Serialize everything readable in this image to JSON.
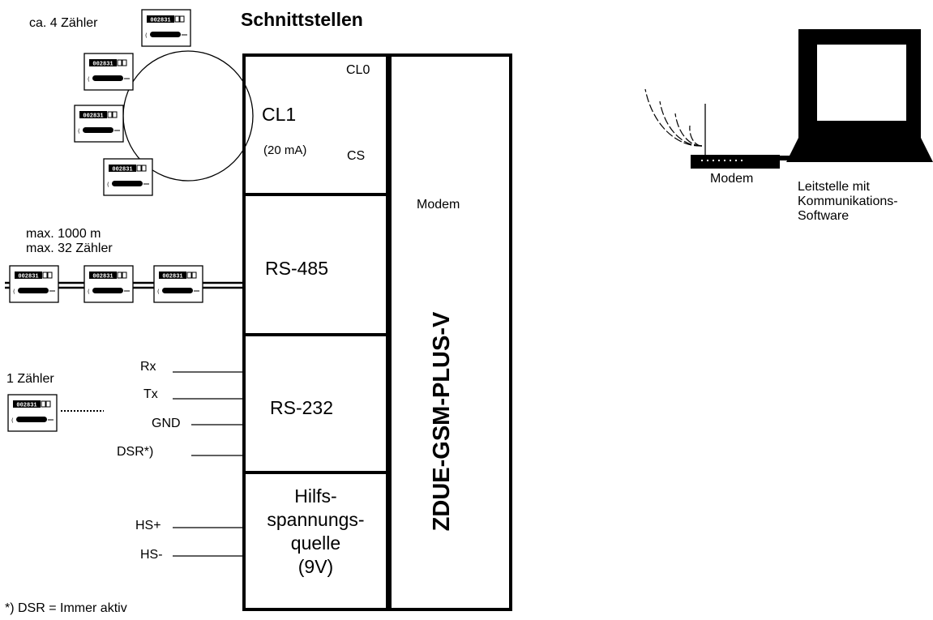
{
  "header": {
    "title": "Schnittstellen"
  },
  "meters": {
    "ring_label": "ca. 4 Zähler",
    "bus_label_1": "max. 1000 m",
    "bus_label_2": "max. 32 Zähler",
    "single_label": "1 Zähler",
    "display_digits": "002831"
  },
  "interfaces": {
    "cl": {
      "main": "CL1",
      "current": "(20 mA)",
      "cl0": "CL0",
      "cs": "CS"
    },
    "rs485": {
      "label": "RS-485"
    },
    "rs232": {
      "label": "RS-232",
      "pins": [
        "Rx",
        "Tx",
        "GND",
        "DSR*)"
      ]
    },
    "power": {
      "lines": [
        "Hilfs-",
        "spannungs-",
        "quelle",
        "(9V)"
      ],
      "pins": [
        "HS+",
        "HS-"
      ]
    }
  },
  "device": {
    "modem_label": "Modem",
    "name": "ZDUE-GSM-PLUS-V"
  },
  "control_center": {
    "modem_label": "Modem",
    "lines": [
      "Leitstelle mit",
      "Kommunikations-",
      "Software"
    ]
  },
  "footnote": "*) DSR = Immer aktiv",
  "colors": {
    "line": "#000000",
    "background": "#ffffff"
  }
}
